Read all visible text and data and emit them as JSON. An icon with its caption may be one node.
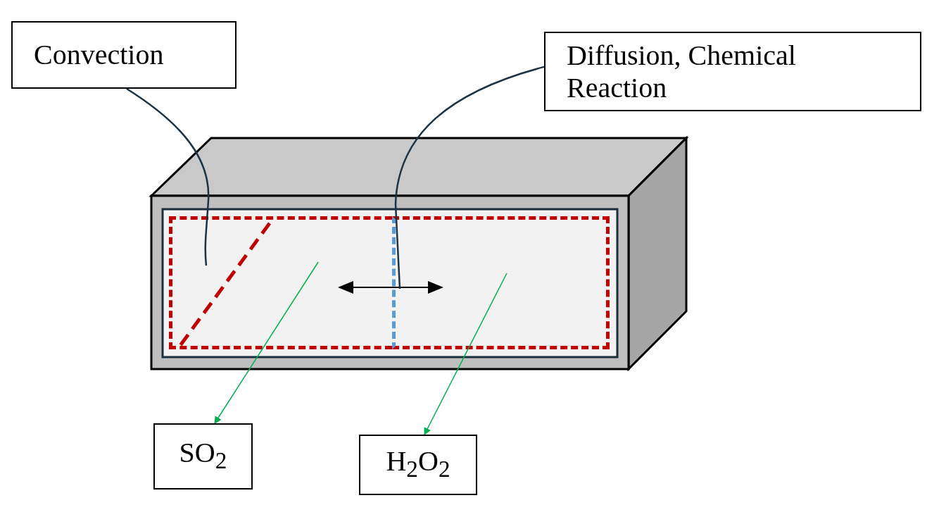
{
  "diagram": {
    "nodes": [
      {
        "text": [
          "Convection"
        ]
      },
      {
        "text": [
          "Diffusion, Chemical Reaction"
        ]
      },
      {
        "text": [
          "SO$_{2}$"
        ]
      },
      {
        "text": [
          "H$_{2}$O$_{2}$"
        ]
      },
      {
        "text": [],
        "shape": "box"
      },
      {
        "text": [],
        "shape": "box"
      },
      {
        "text": [],
        "shape": "triangle",
        "in": 4
      }
    ],
    "edges": [
      {
        "from": 0,
        "to": 6,
        "arrow": "none",
        "color": "#1b3344"
      },
      {
        "from": 1,
        "to": 5,
        "arrow": "none",
        "color": "#1b3344"
      },
      {
        "from": 4,
        "to": 2,
        "arrow": "to",
        "color": "#00b050"
      },
      {
        "from": 5,
        "to": 3,
        "arrow": "to",
        "color": "#00b050"
      }
    ]
  }
}
